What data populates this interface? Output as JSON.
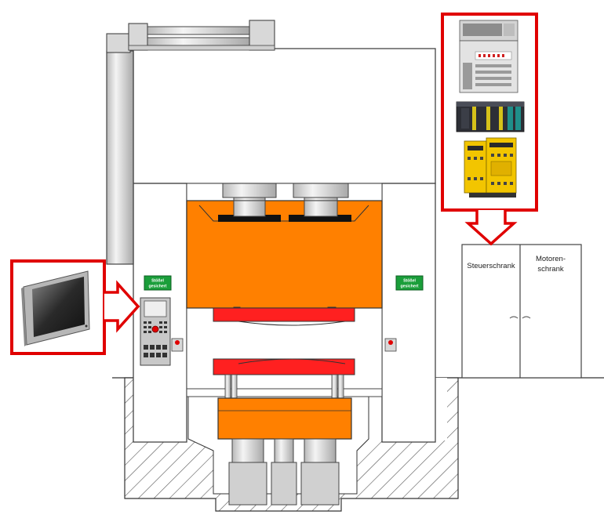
{
  "cabinets": {
    "control_label": "Steuerschrank",
    "motor_label_line1": "Motoren-",
    "motor_label_line2": "schrank"
  },
  "safety_sign": {
    "line1": "Stößel",
    "line2": "gesichert"
  },
  "colors": {
    "press_orange": "#ff8000",
    "tool_red": "#ff2020",
    "callout_red": "#e00000",
    "frame_gray": "#c8c8c8",
    "cylinder_gray": "#d0d0d0",
    "safety_green": "#1a9e3a"
  },
  "icons": {
    "hmi": "touch-panel-icon",
    "controller": "motion-controller-icon",
    "plc": "plc-rack-icon",
    "safety": "safety-relay-icon"
  }
}
